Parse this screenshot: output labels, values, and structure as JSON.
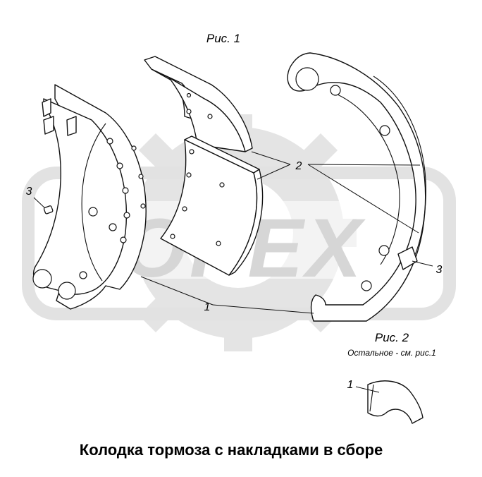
{
  "figure1": {
    "caption": "Рис. 1"
  },
  "figure2": {
    "caption": "Рис. 2",
    "note": "Остальное - см. рис.1"
  },
  "callouts": {
    "c1": "1",
    "c2": "2",
    "c3": "3"
  },
  "watermark": {
    "text": "OPEX",
    "color": "#dcdcdc"
  },
  "title": "Колодка тормоза с накладками в сборе"
}
